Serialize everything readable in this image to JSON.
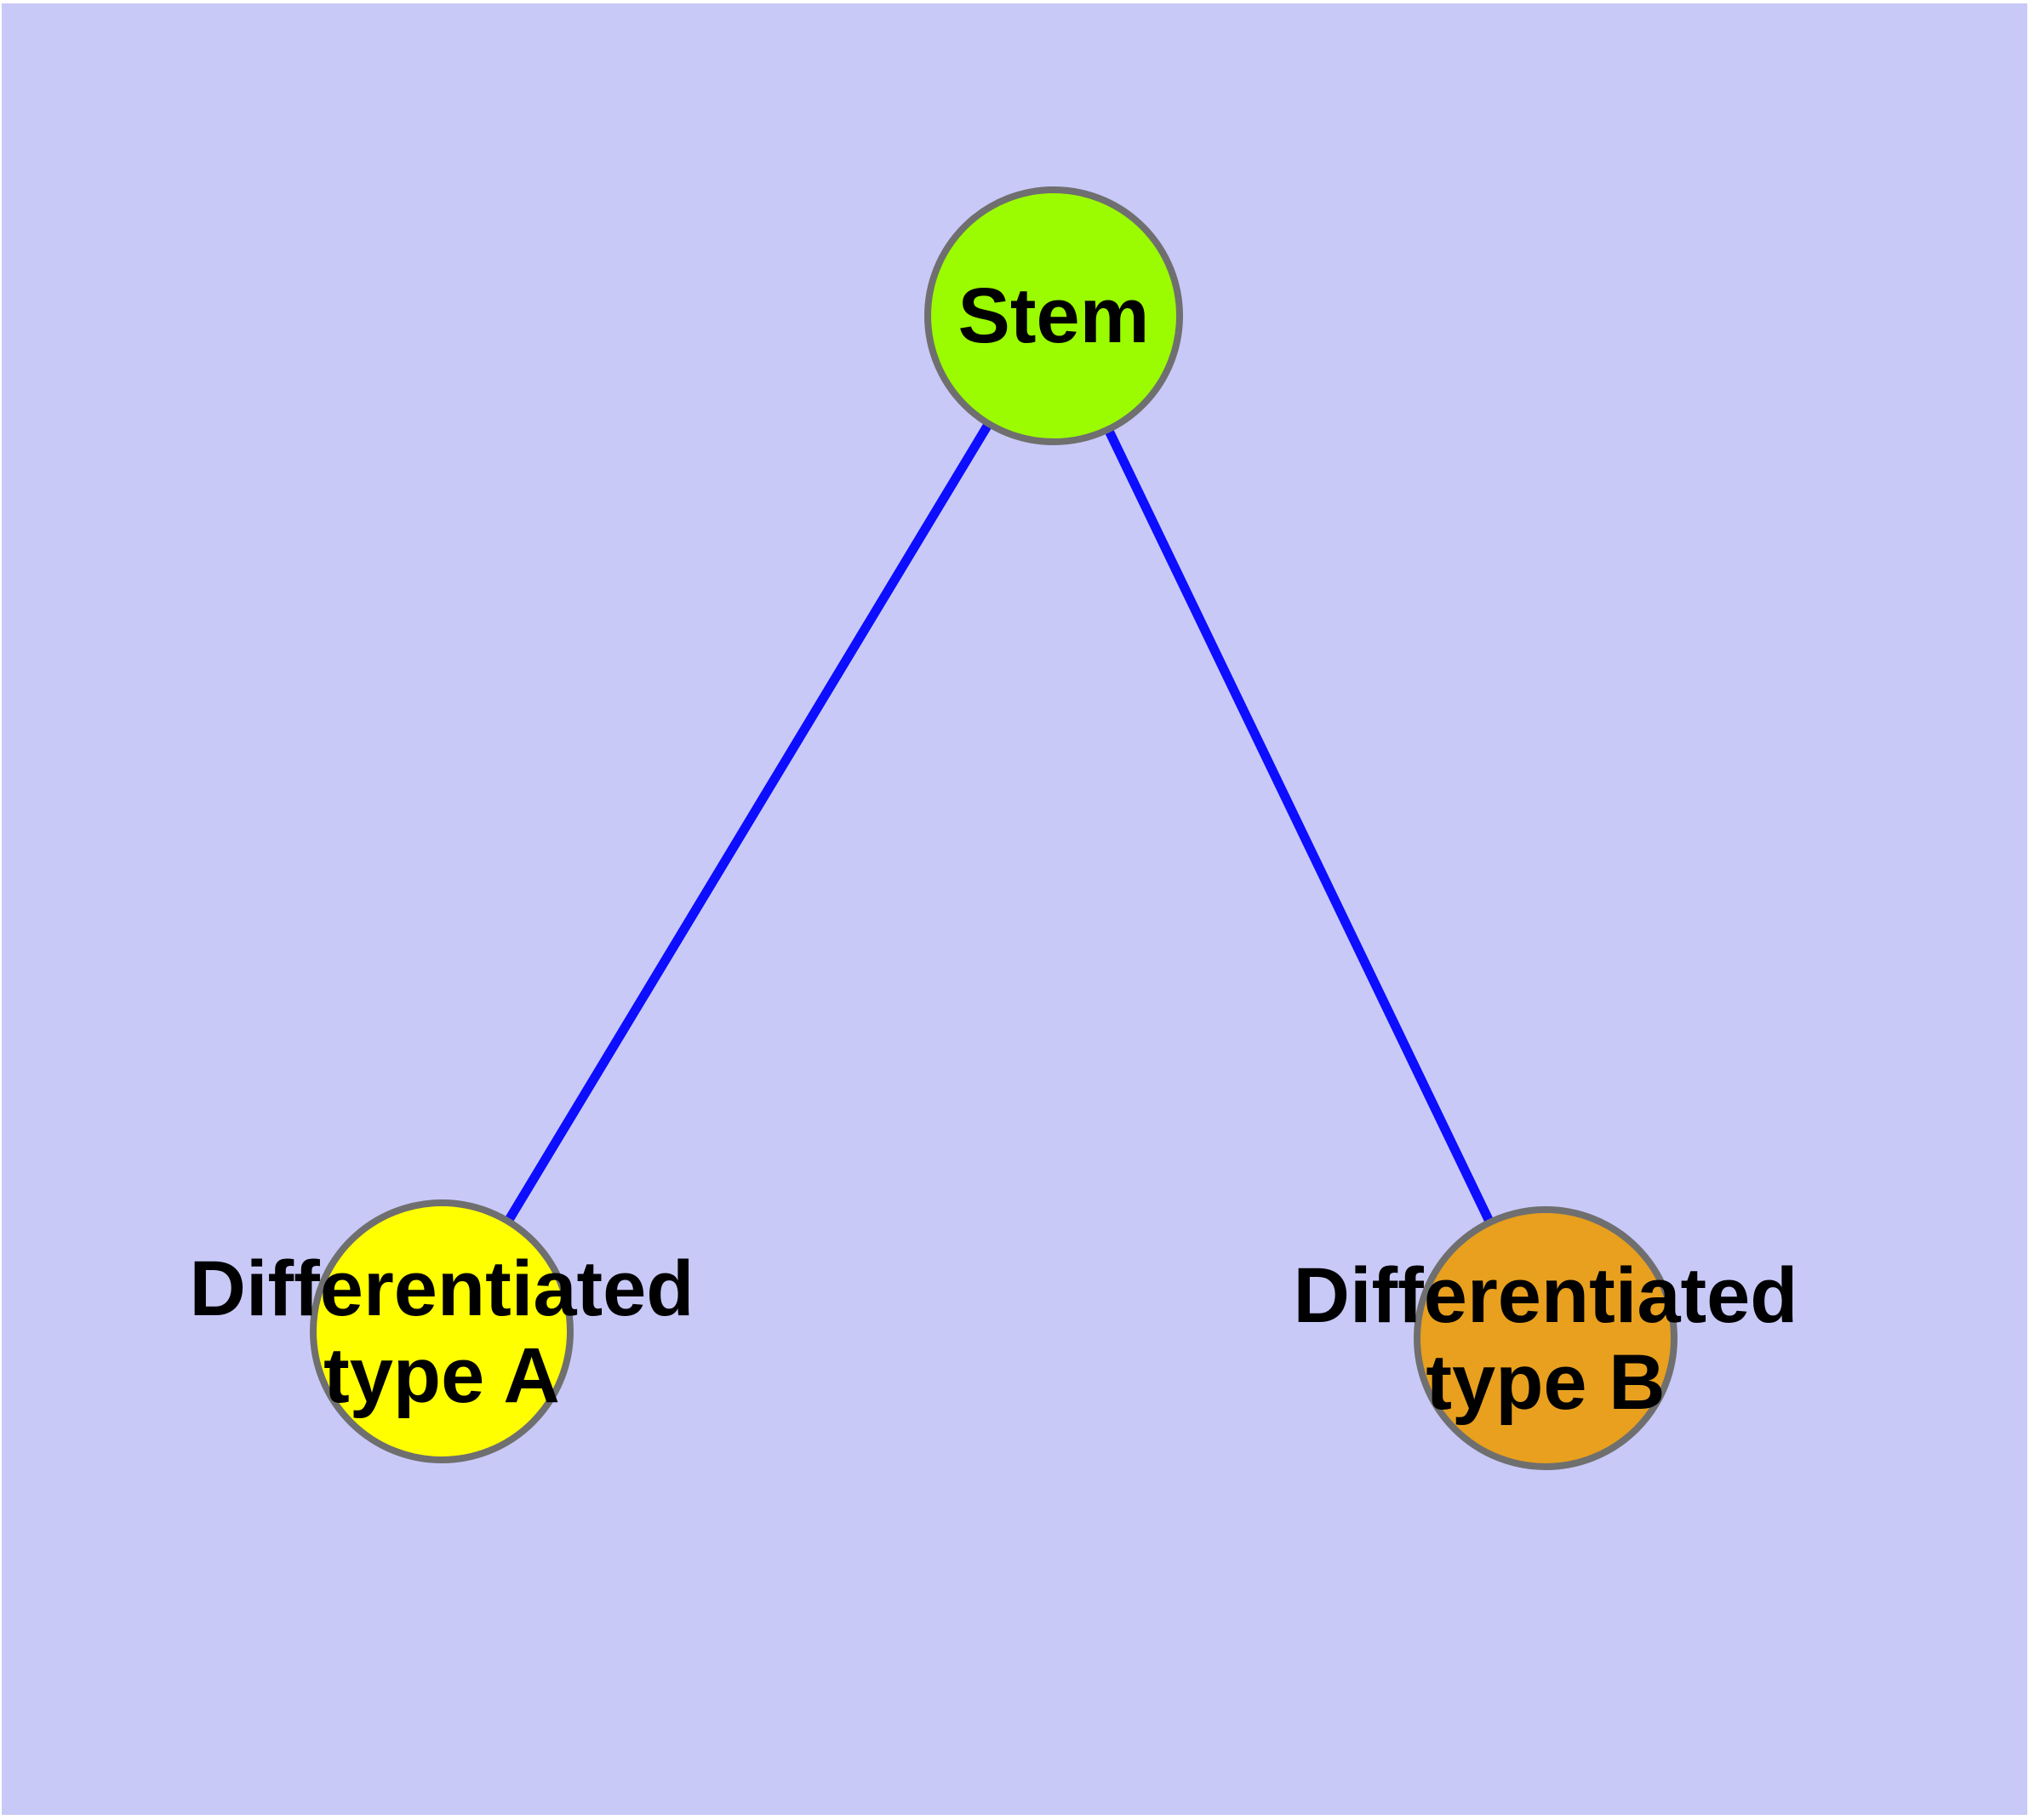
{
  "canvas": {
    "background_color": "#c9c9f8",
    "margin_color": "#ffffff"
  },
  "graph": {
    "edge_color": "#0d0dff",
    "node_border_color": "#6f6f6f",
    "label_color": "#000000",
    "nodes": [
      {
        "id": "stem",
        "label": "Stem",
        "fill": "#9bfb00"
      },
      {
        "id": "differentiated-type-a",
        "label_line1": "Differentiated",
        "label_line2": "type A",
        "fill": "#ffff00"
      },
      {
        "id": "differentiated-type-b",
        "label_line1": "Differentiated",
        "label_line2": "type B",
        "fill": "#e8a01e"
      }
    ],
    "edges": [
      {
        "from": "Stem",
        "to": "Differentiated type A"
      },
      {
        "from": "Stem",
        "to": "Differentiated type B"
      }
    ]
  }
}
